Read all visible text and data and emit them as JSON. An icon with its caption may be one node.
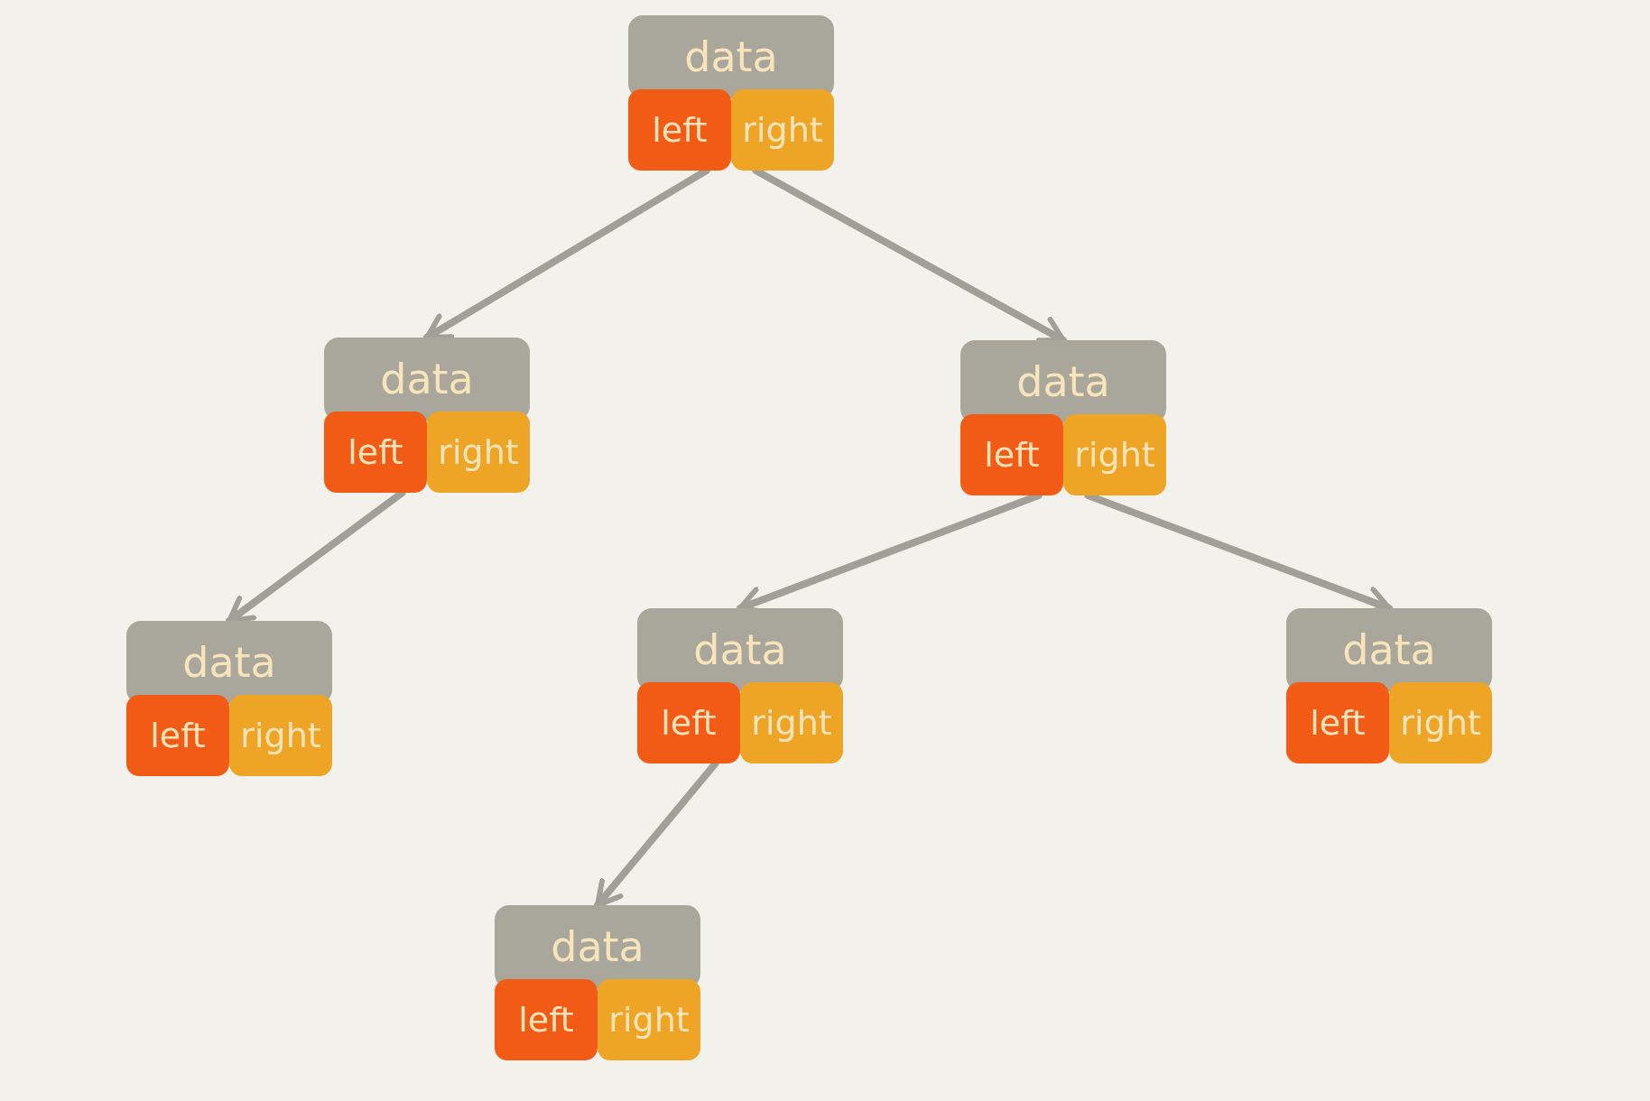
{
  "diagram": {
    "nodes": [
      {
        "text": [
          "data",
          "left",
          "right"
        ]
      },
      {
        "text": [
          "data",
          "left",
          "right"
        ]
      },
      {
        "text": [
          "data",
          "left",
          "right"
        ]
      },
      {
        "text": [
          "data",
          "left",
          "right"
        ]
      },
      {
        "text": [
          "data",
          "left",
          "right"
        ]
      },
      {
        "text": [
          "data",
          "left",
          "right"
        ]
      },
      {
        "text": [
          "data",
          "left",
          "right"
        ]
      }
    ],
    "edges": [
      {
        "from": 0,
        "to": 1,
        "arrow": "to"
      },
      {
        "from": 0,
        "to": 2,
        "arrow": "to"
      },
      {
        "from": 1,
        "to": 3,
        "arrow": "to"
      },
      {
        "from": 2,
        "to": 4,
        "arrow": "to"
      },
      {
        "from": 2,
        "to": 5,
        "arrow": "to"
      },
      {
        "from": 4,
        "to": 6,
        "arrow": "to"
      }
    ]
  }
}
